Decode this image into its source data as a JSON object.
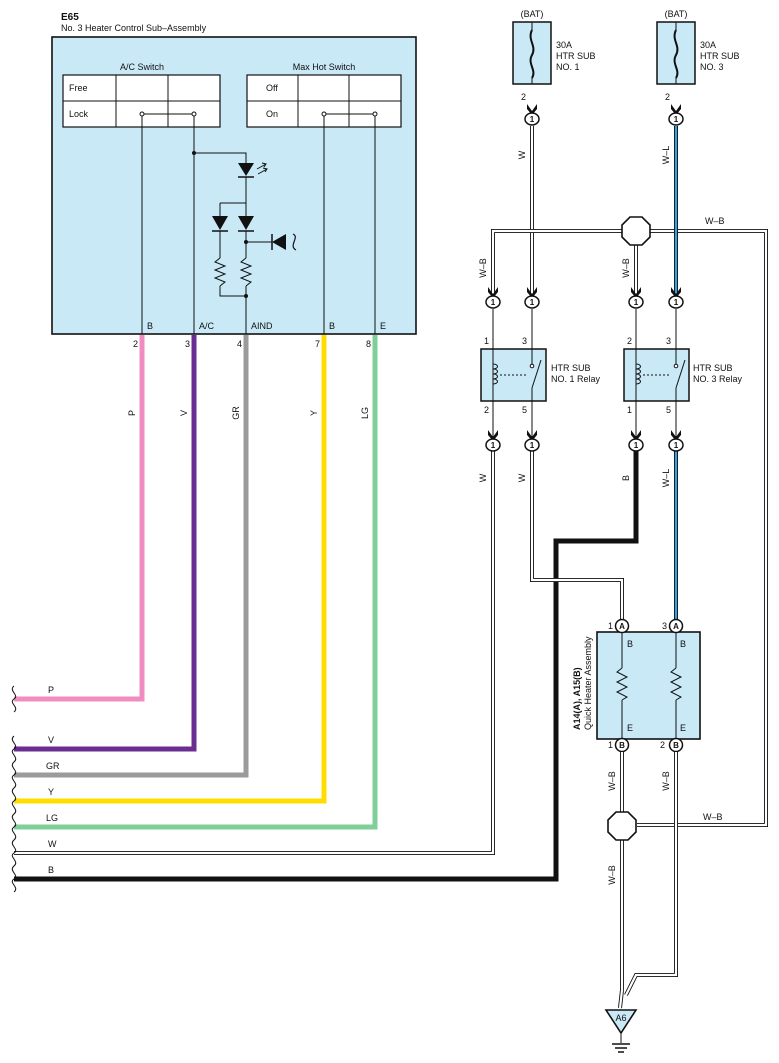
{
  "component_main": {
    "code": "E65",
    "name": "No. 3 Heater Control Sub–Assembly",
    "ac_switch": {
      "title": "A/C Switch",
      "rows": [
        "Free",
        "Lock"
      ]
    },
    "maxhot_switch": {
      "title": "Max Hot Switch",
      "rows": [
        "Off",
        "On"
      ]
    },
    "terminals": [
      {
        "label": "B",
        "pin": "2",
        "wire": "P"
      },
      {
        "label": "A/C",
        "pin": "3",
        "wire": "V"
      },
      {
        "label": "AIND",
        "pin": "4",
        "wire": "GR"
      },
      {
        "label": "B",
        "pin": "7",
        "wire": "Y"
      },
      {
        "label": "E",
        "pin": "8",
        "wire": "LG"
      }
    ]
  },
  "left_wires": [
    "P",
    "V",
    "GR",
    "Y",
    "LG",
    "W",
    "B"
  ],
  "fuses": [
    {
      "source": "(BAT)",
      "rating": "30A",
      "line1": "HTR SUB",
      "line2": "NO. 1",
      "pin": "2",
      "connector": "1",
      "wire": "W"
    },
    {
      "source": "(BAT)",
      "rating": "30A",
      "line1": "HTR SUB",
      "line2": "NO. 3",
      "pin": "2",
      "connector": "1",
      "wire": "W–L"
    }
  ],
  "relays": [
    {
      "line1": "HTR SUB",
      "line2": "NO. 1 Relay",
      "pins_top": [
        "1",
        "3"
      ],
      "pins_bottom": [
        "2",
        "5"
      ],
      "wires_top": [
        "W–B"
      ],
      "wires_bottom": [
        "W",
        "W"
      ]
    },
    {
      "line1": "HTR SUB",
      "line2": "NO. 3 Relay",
      "pins_top": [
        "2",
        "3"
      ],
      "pins_bottom": [
        "1",
        "5"
      ],
      "wires_top": [
        "W–B"
      ],
      "wires_bottom": [
        "B",
        "W–L"
      ]
    }
  ],
  "connector_marks": [
    "1"
  ],
  "ground_bus_label": "W–B",
  "quick_heater": {
    "code": "A14(A), A15(B)",
    "name": "Quick Heater Assembly",
    "top": [
      {
        "pin": "1",
        "conn": "A",
        "term": "B"
      },
      {
        "pin": "3",
        "conn": "A",
        "term": "B"
      }
    ],
    "bottom": [
      {
        "pin": "1",
        "conn": "B",
        "term": "E"
      },
      {
        "pin": "2",
        "conn": "B",
        "term": "E"
      }
    ],
    "wire_out": "W–B"
  },
  "ground": {
    "label": "A6"
  },
  "colors": {
    "P": "#f08cc0",
    "V": "#6a2d91",
    "GR": "#9b9b9b",
    "Y": "#ffdd00",
    "LG": "#7fcf9a",
    "W": "#ffffff",
    "B": "#111111",
    "L": "#3aa0e0",
    "box": "#c9e9f7"
  }
}
